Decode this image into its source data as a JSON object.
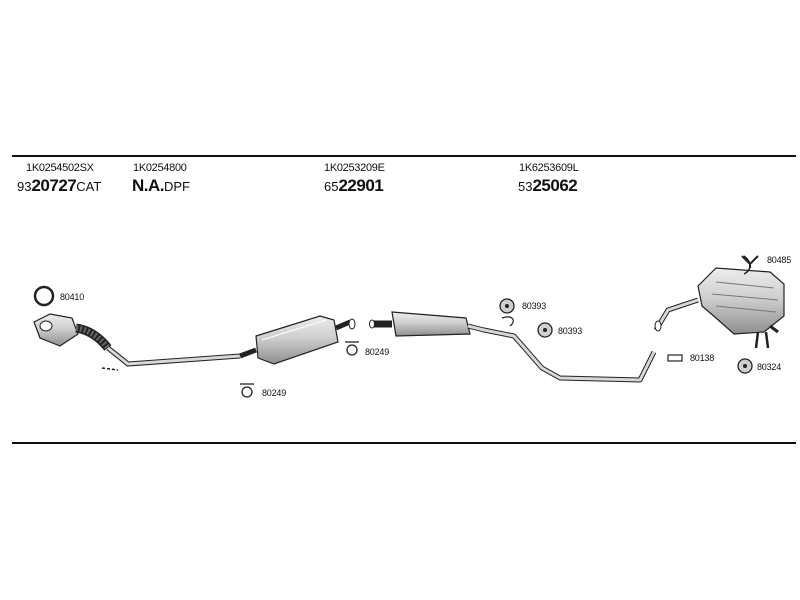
{
  "header": {
    "parts": [
      {
        "code": "1K0254502SX",
        "ref_prefix": "93",
        "ref_main": "20727",
        "ref_suffix": "CAT"
      },
      {
        "code": "1K0254800",
        "ref_prefix": "",
        "ref_main": "N.A.",
        "ref_suffix": "DPF"
      },
      {
        "code": "1K0253209E",
        "ref_prefix": "65",
        "ref_main": "22901",
        "ref_suffix": ""
      },
      {
        "code": "1K6253609L",
        "ref_prefix": "53",
        "ref_main": "25062",
        "ref_suffix": ""
      }
    ]
  },
  "callouts": {
    "c80410": "80410",
    "c80249a": "80249",
    "c80249b": "80249",
    "c80393a": "80393",
    "c80393b": "80393",
    "c80138": "80138",
    "c80485": "80485",
    "c80324": "80324"
  }
}
